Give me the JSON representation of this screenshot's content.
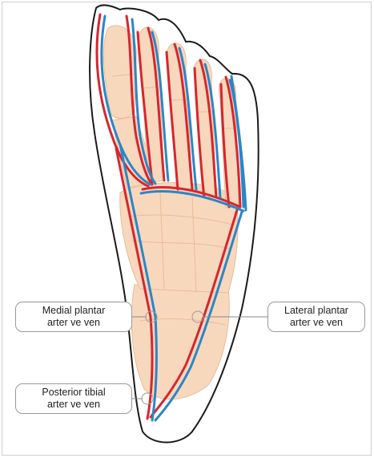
{
  "labels": {
    "medial": {
      "line1": "Medial plantar",
      "line2": "arter ve ven"
    },
    "lateral": {
      "line1": "Lateral plantar",
      "line2": "arter ve ven"
    },
    "posterior": {
      "line1": "Posterior tibial",
      "line2": "arter ve ven"
    }
  },
  "colors": {
    "artery": "#d7262e",
    "vein": "#2b86c7",
    "bone_fill": "#f8d8bd",
    "bone_edge": "#e9bb98",
    "outline": "#1a1a1a",
    "leader": "#8a8a8a"
  }
}
